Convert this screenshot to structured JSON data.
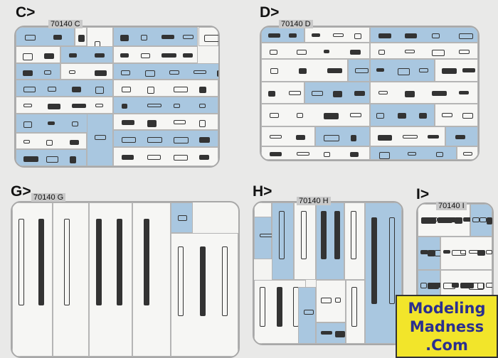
{
  "sprues": [
    {
      "letter": "C>",
      "code": "70140 C"
    },
    {
      "letter": "D>",
      "code": "70140 D"
    },
    {
      "letter": "G>",
      "code": "70140 G"
    },
    {
      "letter": "H>",
      "code": "70140 H"
    },
    {
      "letter": "I>",
      "code": "70140 I"
    }
  ],
  "logo": {
    "line1": "Modeling",
    "line2": "Madness",
    "line3": ".Com"
  },
  "colors": {
    "sprue_blue": "#a9c7e0",
    "logo_yellow": "#f2e52a",
    "logo_text": "#2b2f8f"
  }
}
